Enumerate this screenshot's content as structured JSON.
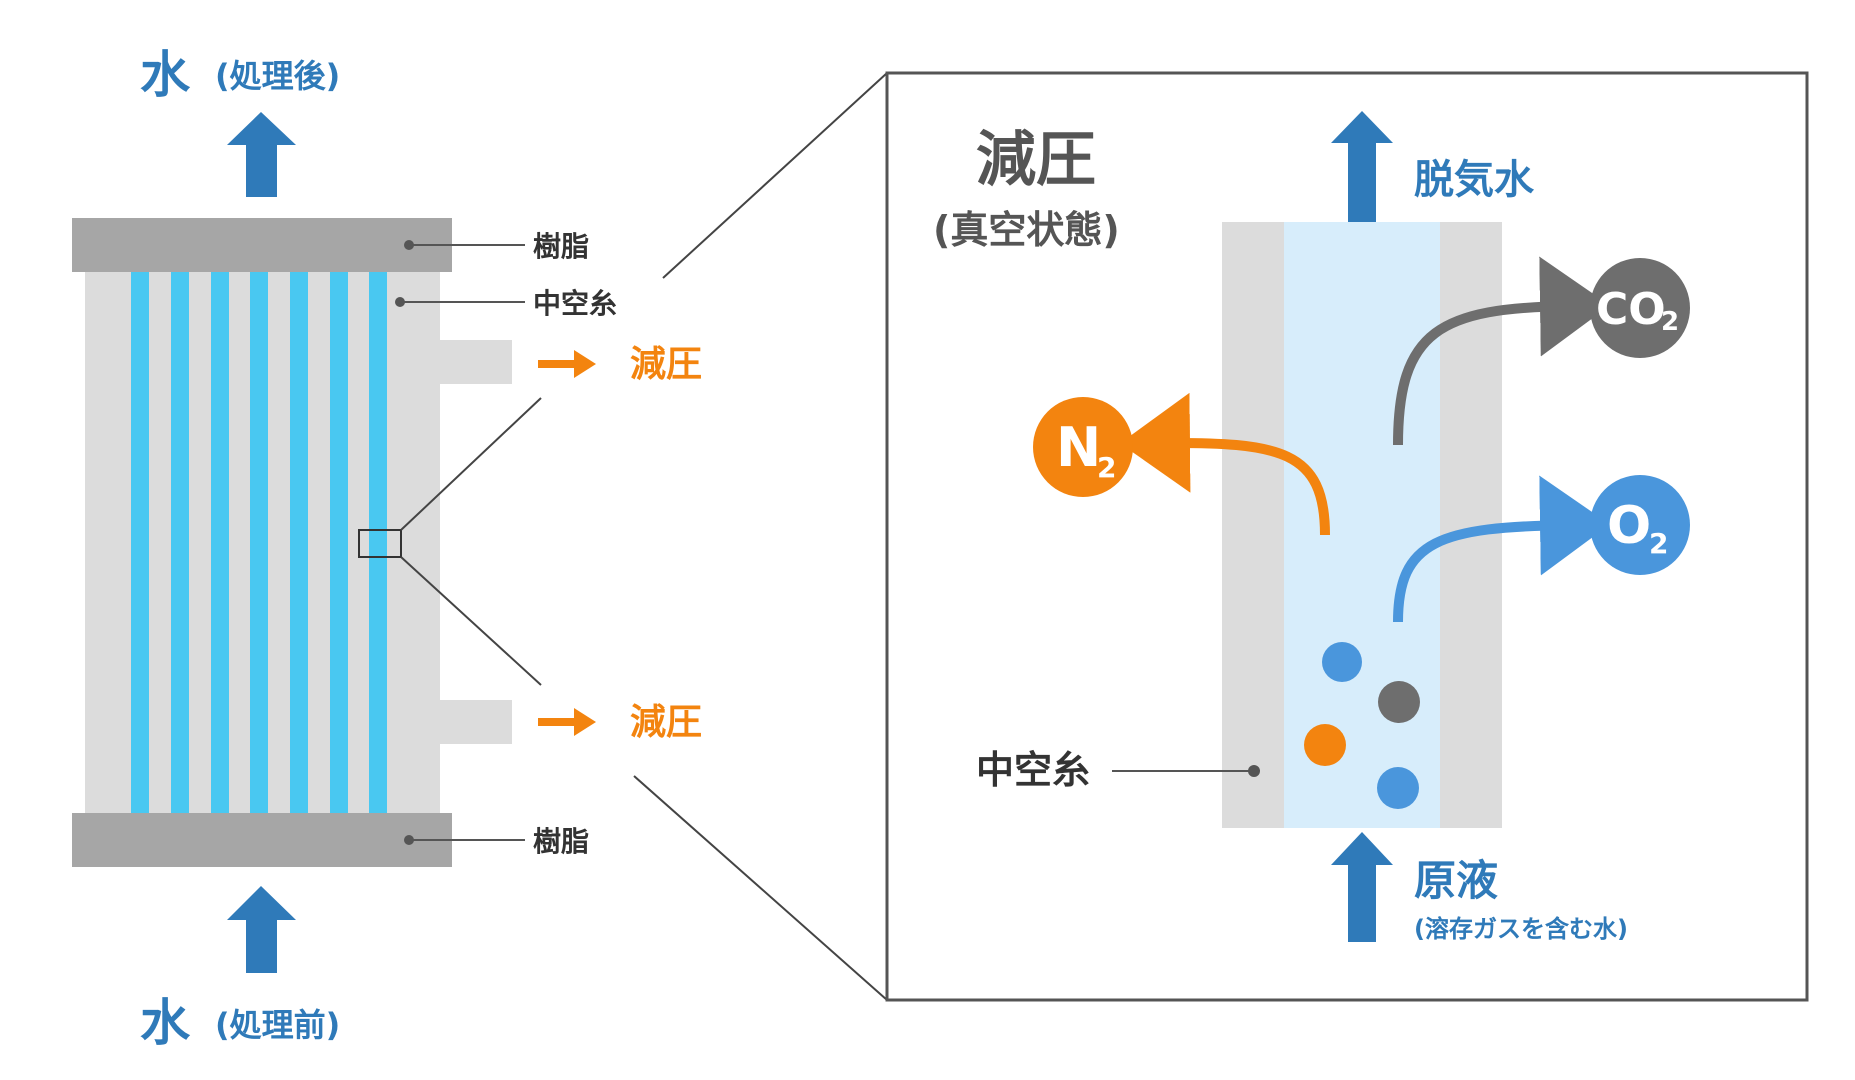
{
  "left": {
    "top_water": {
      "main": "水",
      "sub": "(処理後)"
    },
    "bottom_water": {
      "main": "水",
      "sub": "(処理前)"
    },
    "labels": {
      "resin_top": "樹脂",
      "hollow_fiber": "中空糸",
      "vacuum_1": "減圧",
      "vacuum_2": "減圧",
      "resin_bottom": "樹脂"
    }
  },
  "right": {
    "title": "減圧",
    "subtitle": "(真空状態)",
    "degassed_water": "脱気水",
    "raw_liquid": "原液",
    "raw_liquid_sub": "(溶存ガスを含む水)",
    "hollow_fiber": "中空糸",
    "gases": {
      "co2": {
        "base": "CO",
        "sub": "2"
      },
      "n2": {
        "base": "N",
        "sub": "2"
      },
      "o2": {
        "base": "O",
        "sub": "2"
      }
    }
  },
  "colors": {
    "blue": "#2f7ab9",
    "light_blue_fiber": "#49c8f1",
    "orange": "#f3840f",
    "gray_dark": "#6e6e6e",
    "gray_resin": "#a6a6a6",
    "gray_body": "#dcdcdc",
    "o2_blue": "#4a96dc",
    "channel": "#d7edfb"
  }
}
